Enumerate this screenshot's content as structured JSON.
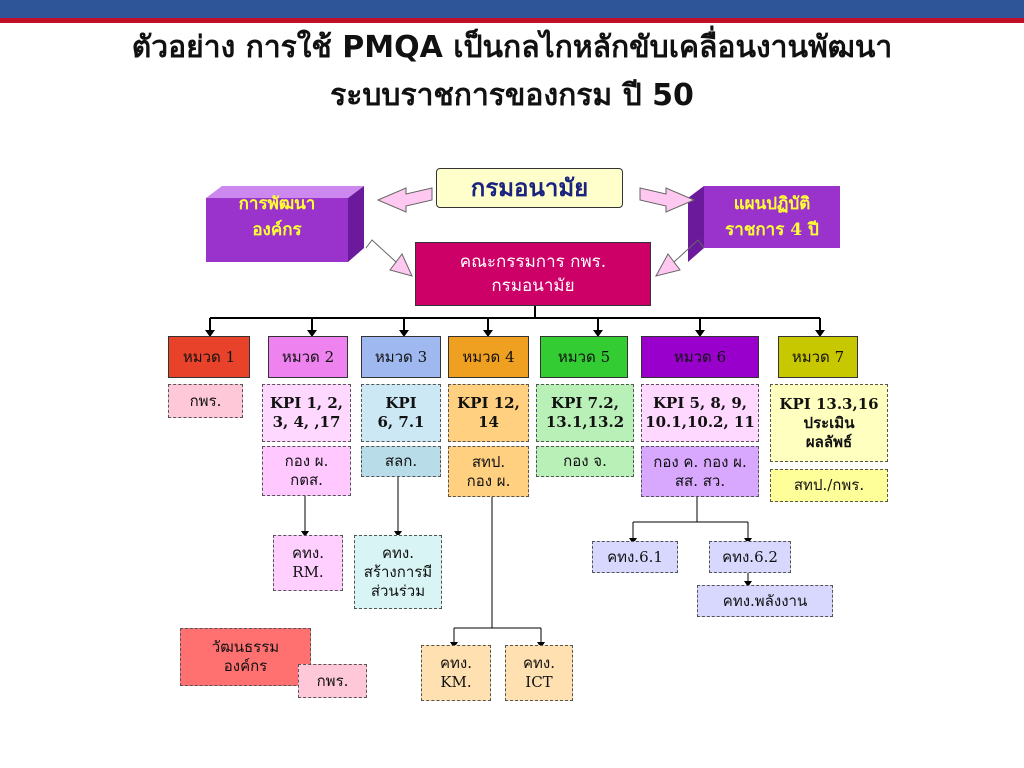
{
  "title": {
    "line1": "ตัวอย่าง การใช้ PMQA เป็นกลไกหลักขับเคลื่อนงานพัฒนา",
    "line2": "ระบบราชการของกรม ปี 50"
  },
  "top": {
    "department": "กรมอนามัย",
    "org_dev": "การพัฒนา\nองค์กร",
    "plan": "แผนปฏิบัติ\nราชการ 4 ปี",
    "committee": "คณะกรรมการ กพร.\nกรมอนามัย"
  },
  "categories": [
    {
      "label": "หมวด 1",
      "color": "#e8432a"
    },
    {
      "label": "หมวด 2",
      "color": "#ee82ee"
    },
    {
      "label": "หมวด 3",
      "color": "#9fb8f0"
    },
    {
      "label": "หมวด 4",
      "color": "#f0a020"
    },
    {
      "label": "หมวด 5",
      "color": "#33cc33"
    },
    {
      "label": "หมวด 6",
      "color": "#9900cc"
    },
    {
      "label": "หมวด 7",
      "color": "#c8c800"
    }
  ],
  "kpi": {
    "c1": "กพร.",
    "c2": "KPI 1, 2,\n3, 4, ,17",
    "c3": "KPI\n6, 7.1",
    "c4": "KPI 12,\n14",
    "c5": "KPI 7.2,\n13.1,13.2",
    "c6": "KPI 5, 8, 9,\n10.1,10.2, 11",
    "c7": "KPI 13.3,16\nประเมิน\nผลลัพธ์"
  },
  "owners": {
    "c2": "กอง ผ.\nกตส.",
    "c3": "สลก.",
    "c4": "สทป.\nกอง ผ.",
    "c5": "กอง จ.",
    "c6": "กอง ค. กอง ผ.\nสส. สว.",
    "c7": "สทป./กพร."
  },
  "teams": {
    "rm": "คทง.\nRM.",
    "participation": "คทง.\nสร้างการมี\nส่วนร่วม",
    "km": "คทง.\nKM.",
    "ict": "คทง.\nICT",
    "t61": "คทง.6.1",
    "t62": "คทง.6.2",
    "energy": "คทง.พลังงาน",
    "culture": "วัฒนธรรม\nองค์กร",
    "culture_owner": "กพร."
  },
  "colors": {
    "committee": "#cc0066",
    "org_dev": "#9933cc",
    "arrow_fill": "#ffc8f0",
    "department_bg": "#ffffcc"
  }
}
